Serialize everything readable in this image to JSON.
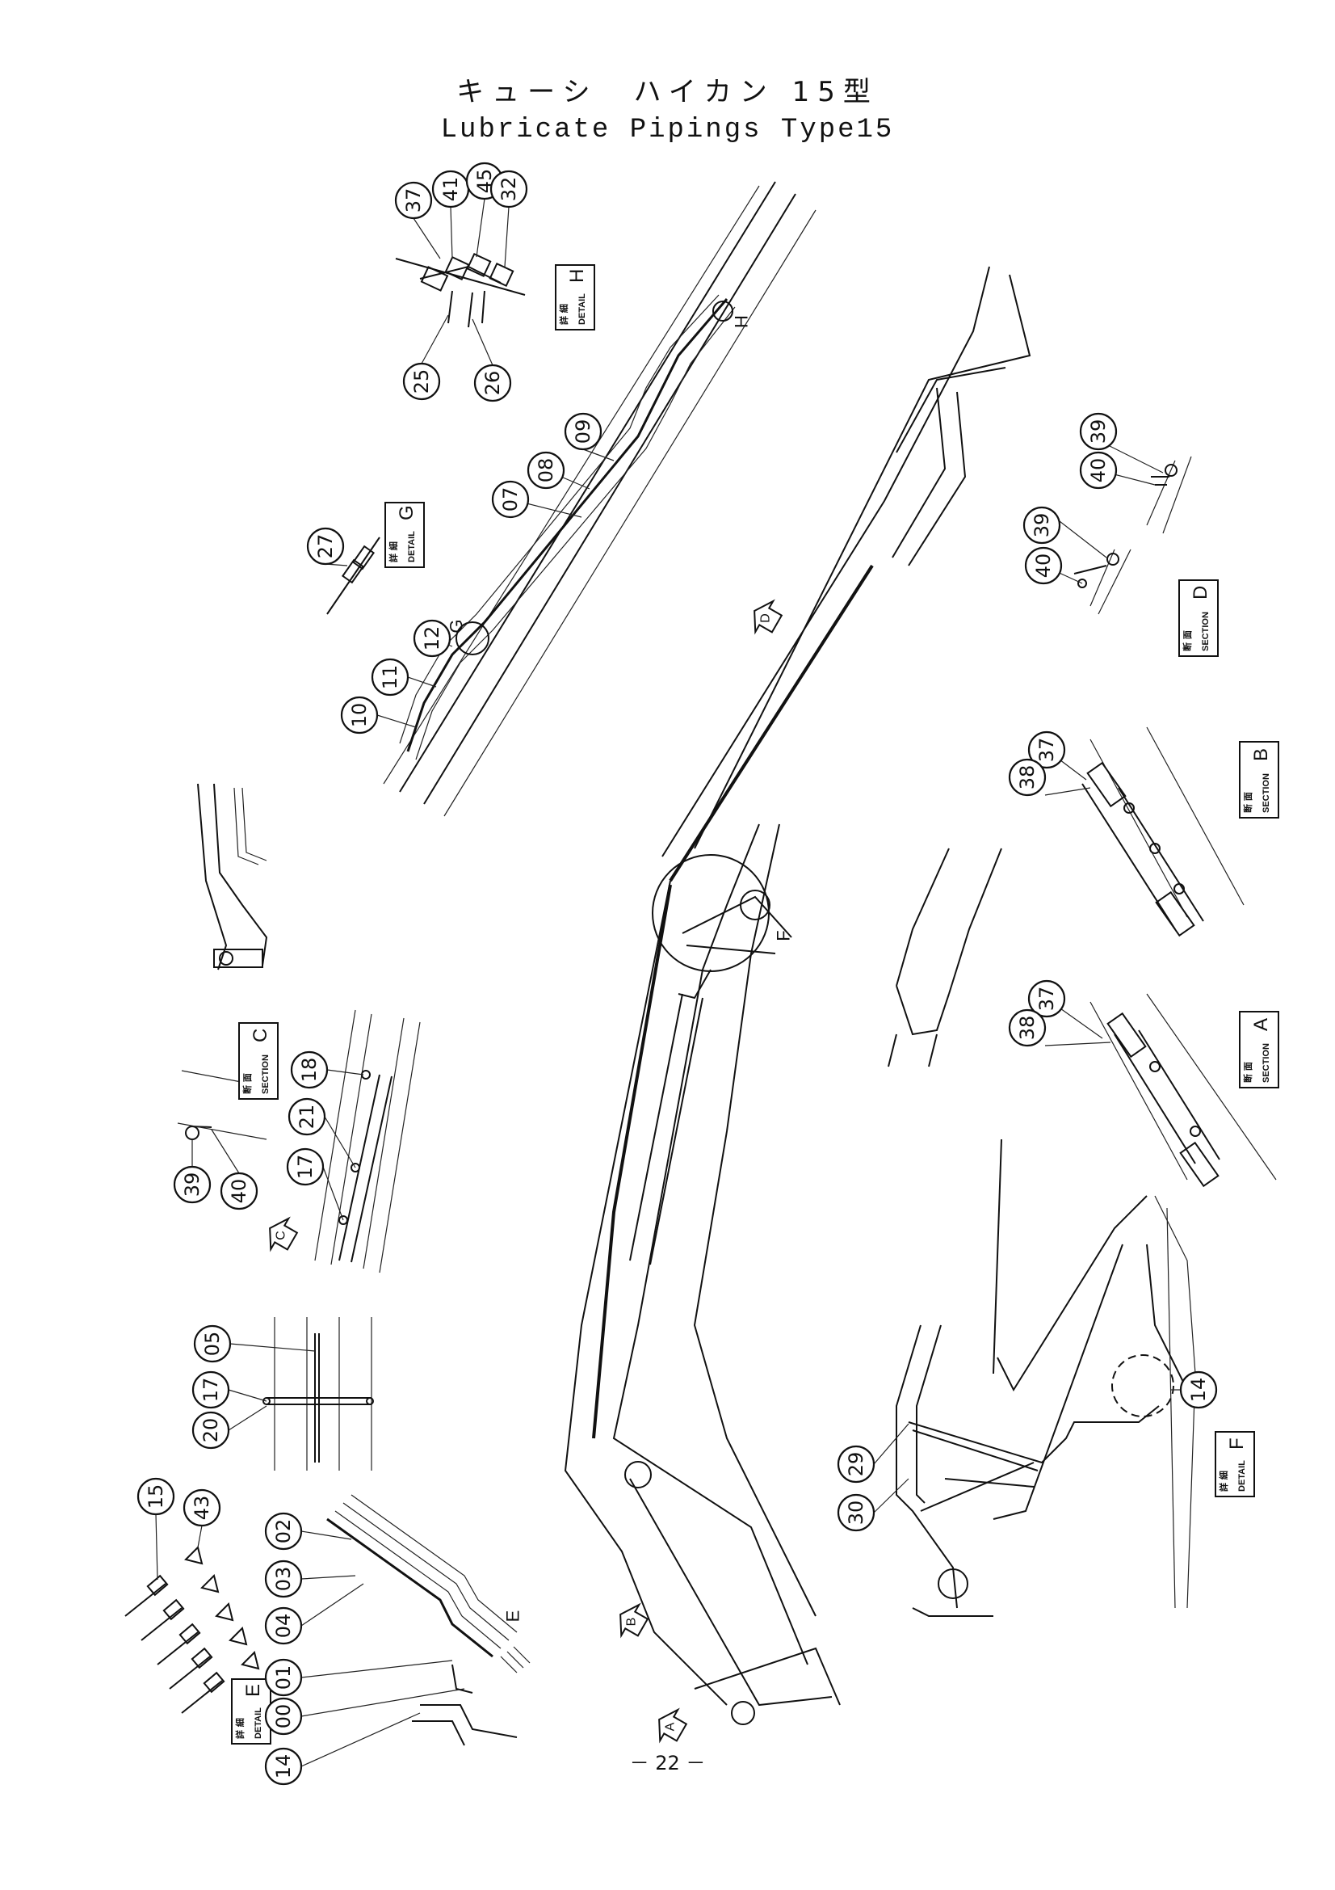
{
  "header": {
    "title_jp": "キューシ　ハイカン 15型",
    "title_en": "Lubricate Pipings Type15"
  },
  "labels": {
    "kanji_detail": "詳 細",
    "kanji_section": "断 面",
    "word_detail": "DETAIL",
    "word_section": "SECTION",
    "view_h": "H",
    "view_g": "G",
    "view_d": "D",
    "view_b": "B",
    "view_a": "A",
    "view_c": "C",
    "view_f": "F",
    "view_e": "E",
    "mark_h": "H",
    "mark_g": "G",
    "mark_f": "F",
    "mark_e": "E",
    "arrow_d": "D",
    "arrow_c": "C",
    "arrow_b": "B",
    "arrow_a": "A"
  },
  "parts": {
    "p37_h": "37",
    "p41": "41",
    "p45": "45",
    "p32": "32",
    "p25": "25",
    "p26": "26",
    "p09": "09",
    "p08": "08",
    "p07": "07",
    "p27": "27",
    "p12": "12",
    "p11": "11",
    "p10": "10",
    "p39_d1": "39",
    "p40_d1": "40",
    "p39_d2": "39",
    "p40_d2": "40",
    "p37_b": "37",
    "p38_b": "38",
    "p37_a": "37",
    "p38_a": "38",
    "p18": "18",
    "p21": "21",
    "p17_c": "17",
    "p39_c": "39",
    "p40_c": "40",
    "p05": "05",
    "p17": "17",
    "p20": "20",
    "p15": "15",
    "p43": "43",
    "p02": "02",
    "p03": "03",
    "p04": "04",
    "p01": "01",
    "p00": "00",
    "p14_e": "14",
    "p14_f": "14",
    "p29": "29",
    "p30": "30"
  },
  "footer": {
    "page_number": "－ 22 －"
  }
}
